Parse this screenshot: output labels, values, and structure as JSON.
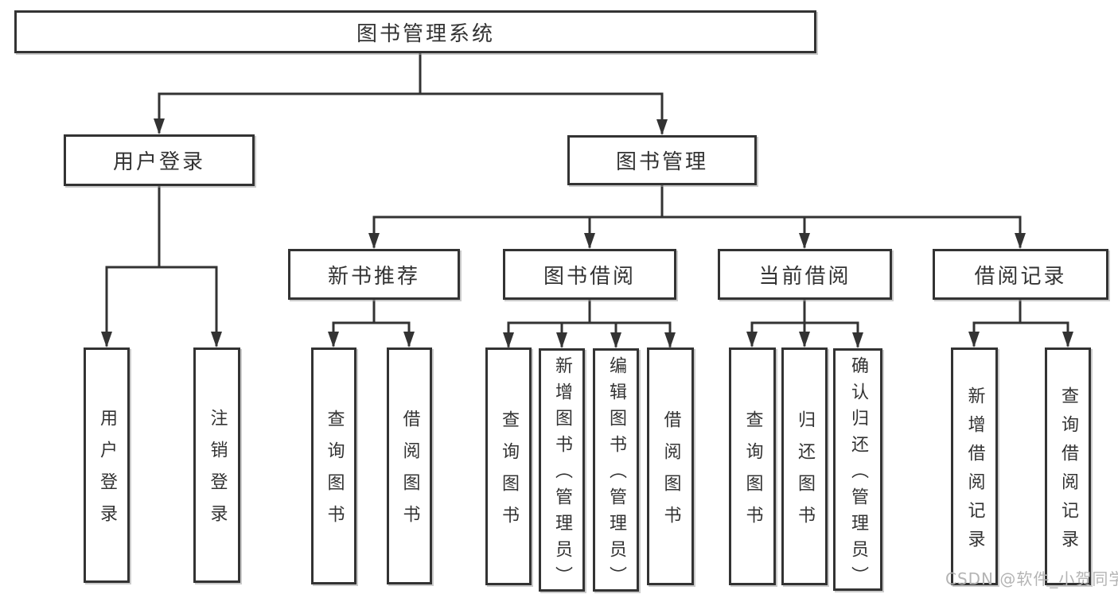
{
  "tree": {
    "root": "图书管理系统",
    "branches": [
      {
        "label": "用户登录",
        "children": [
          "用户登录",
          "注销登录"
        ]
      },
      {
        "label": "图书管理",
        "groups": [
          {
            "label": "新书推荐",
            "children": [
              "查询图书",
              "借阅图书"
            ]
          },
          {
            "label": "图书借阅",
            "children": [
              "查询图书",
              "新增图书（管理员）",
              "编辑图书（管理员）",
              "借阅图书"
            ]
          },
          {
            "label": "当前借阅",
            "children": [
              "查询图书",
              "归还图书",
              "确认归还（管理员）"
            ]
          },
          {
            "label": "借阅记录",
            "children": [
              "新增借阅记录",
              "查询借阅记录"
            ]
          }
        ]
      }
    ]
  },
  "watermark": {
    "text": "CSDN @软件_小贺同学"
  },
  "colors": {
    "line": "#333333",
    "box_border": "#333333",
    "text": "#333333",
    "watermark": "#b4b4b4",
    "background": "#ffffff"
  }
}
